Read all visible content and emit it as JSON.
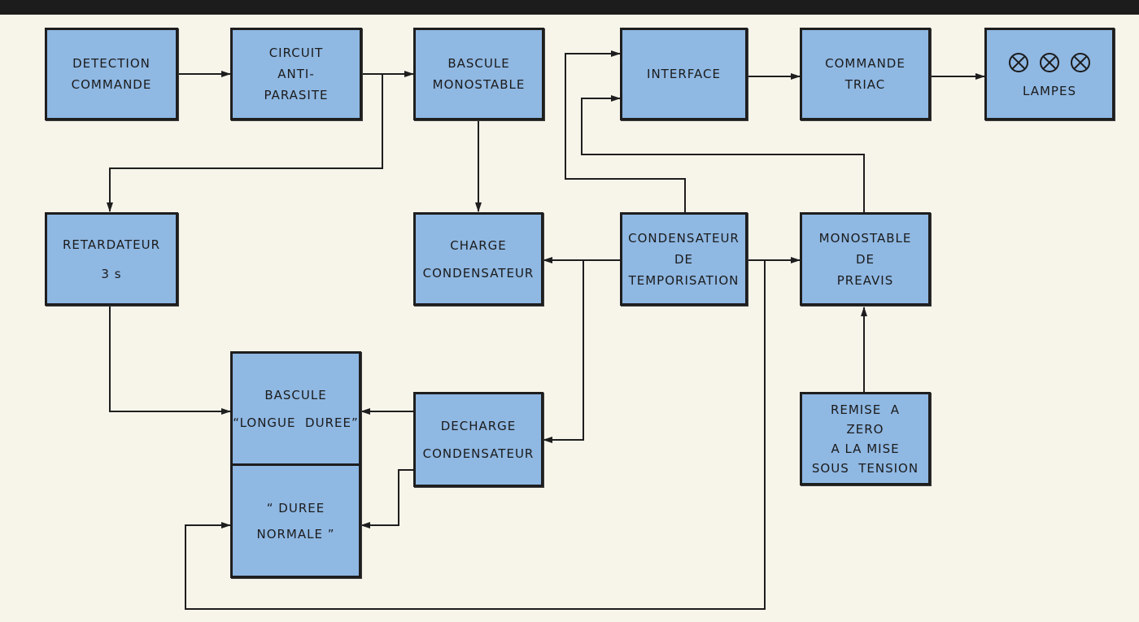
{
  "diagram": {
    "blocks": {
      "detection": [
        "DETECTION",
        "COMMANDE"
      ],
      "antiparasite": [
        "CIRCUIT",
        "ANTI-",
        "PARASITE"
      ],
      "bascule_mono": [
        "BASCULE",
        "MONOSTABLE"
      ],
      "interface": [
        "INTERFACE"
      ],
      "commande_triac": [
        "COMMANDE",
        "TRIAC"
      ],
      "lampes": [
        "LAMPES"
      ],
      "retardateur": [
        "RETARDATEUR",
        "3 s"
      ],
      "charge": [
        "CHARGE",
        "CONDENSATEUR"
      ],
      "condensateur_tempo": [
        "CONDENSATEUR",
        "DE",
        "TEMPORISATION"
      ],
      "monostable_preavis": [
        "MONOSTABLE",
        "DE",
        "PREAVIS"
      ],
      "bascule_longue": [
        "BASCULE",
        "“LONGUE  DUREE”"
      ],
      "duree_normale": [
        "“ DUREE",
        "NORMALE ”"
      ],
      "decharge": [
        "DECHARGE",
        "CONDENSATEUR"
      ],
      "remise_zero": [
        "REMISE  A",
        "ZERO",
        "A LA MISE",
        "SOUS  TENSION"
      ]
    },
    "colors": {
      "block_fill": "#8fb8e3",
      "line": "#1e1e1e",
      "background": "#f7f4ea"
    },
    "lamp_icon_count": 3
  }
}
